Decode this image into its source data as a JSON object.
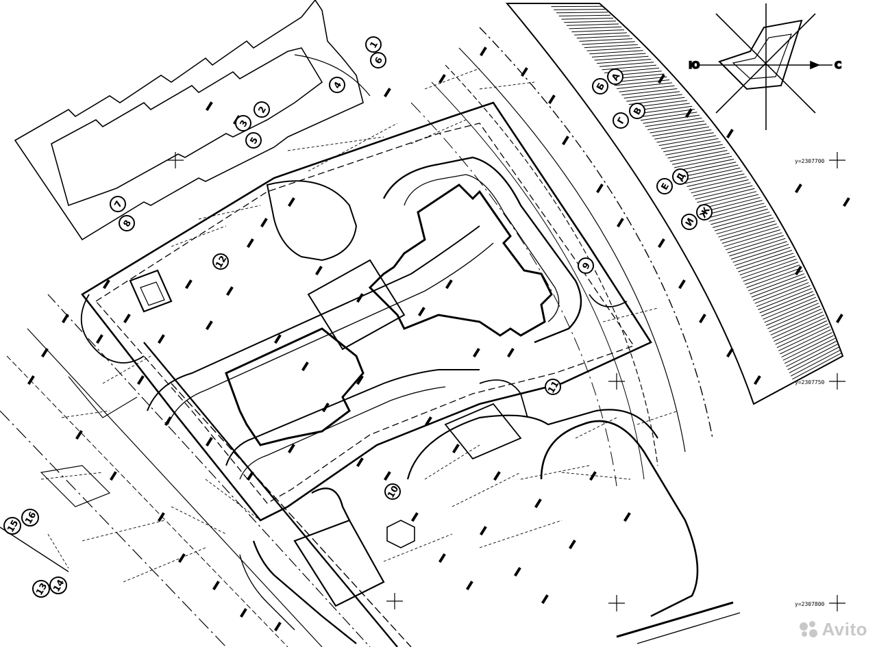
{
  "compass": {
    "south_label": "Ю",
    "north_label": "С"
  },
  "coordinate_marks": [
    {
      "label": "y=2307700"
    },
    {
      "label": "y=2307750"
    },
    {
      "label": "y=2307800"
    }
  ],
  "axis_bubbles": [
    "1",
    "2",
    "3",
    "4",
    "5",
    "6",
    "7",
    "8",
    "9",
    "10",
    "11",
    "12",
    "13",
    "14",
    "15",
    "16",
    "А",
    "Б",
    "В",
    "Г",
    "Д",
    "Е",
    "Ж",
    "И"
  ],
  "watermark": {
    "text": "Avito"
  }
}
